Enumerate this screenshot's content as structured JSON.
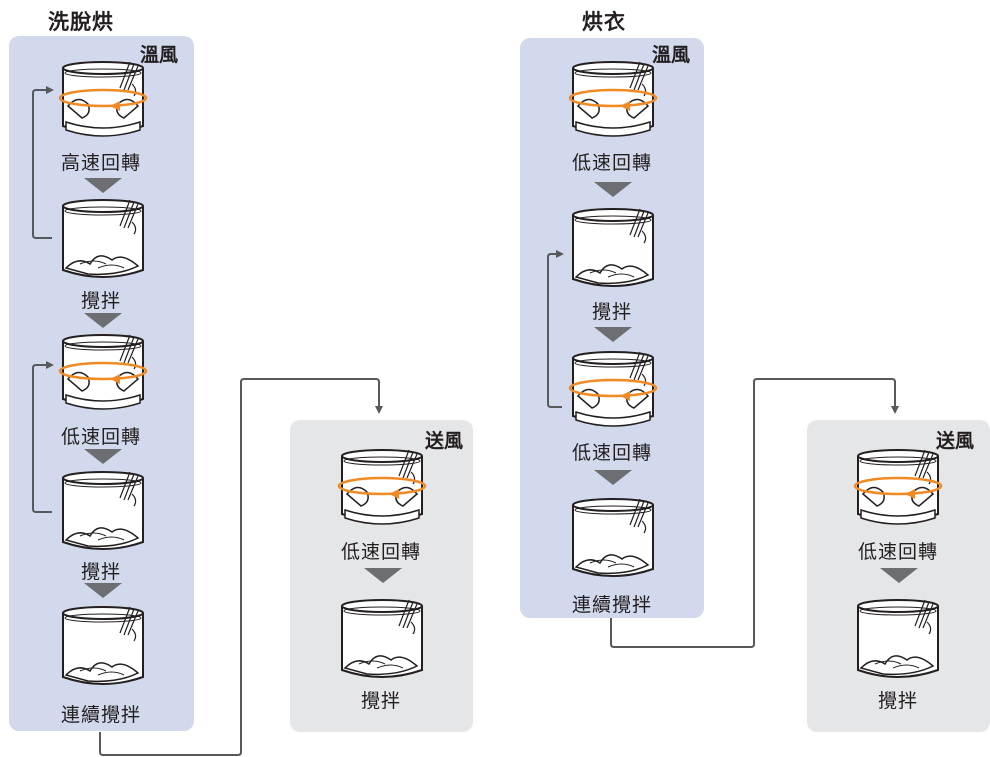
{
  "left": {
    "title": "洗脫烘",
    "heat_mode": "溫風",
    "cool_mode": "送風",
    "heat_steps": [
      "高速回轉",
      "攪拌",
      "低速回轉",
      "攪拌",
      "連續攪拌"
    ],
    "cool_steps": [
      "低速回轉",
      "攪拌"
    ]
  },
  "right": {
    "title": "烘衣",
    "heat_mode": "溫風",
    "cool_mode": "送風",
    "heat_steps": [
      "低速回轉",
      "攪拌",
      "低速回轉",
      "連續攪拌"
    ],
    "cool_steps": [
      "低速回轉",
      "攪拌"
    ]
  },
  "colors": {
    "heat_panel": "#d2d9ec",
    "cool_panel": "#e5e6e8",
    "rotation_arrow": "#f08a24",
    "connector": "#58595b",
    "step_arrow": "#6d6e71"
  }
}
